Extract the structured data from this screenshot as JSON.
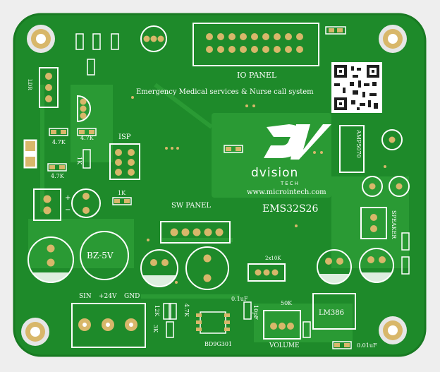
{
  "board": {
    "title": "Emergency Medical services & Nurse call system",
    "website": "www.microintech.com",
    "model": "EMS32S26",
    "logo_brand": "dvision",
    "logo_sub": "TECH"
  },
  "labels": {
    "io_panel": "IO PANEL",
    "sw_panel": "SW PANEL",
    "isp": "ISP",
    "volume": "VOLUME",
    "speaker": "SPEAKER",
    "sin": "SIN",
    "v24": "+24V",
    "gnd": "GND",
    "bz5v": "BZ-5V",
    "lm386": "LM386",
    "bd9g301": "BD9G301",
    "amp": "AMP5070",
    "k1_left": "1K",
    "k47": "4.7K",
    "k47b": "4.7K",
    "k47c": "4.7K",
    "k1": "1K",
    "k12": "12K",
    "k47d": "4.7K",
    "k3": "3K",
    "k50": "50K",
    "c01": "0.1uF",
    "c10": "10pF",
    "c001": "0.01uF",
    "ldr": "LDR",
    "r2k": "2x10K"
  },
  "colors": {
    "board": "#1e8a2a",
    "trace": "#2a9a34",
    "silk": "#ffffff",
    "pad": "#d8b76a"
  }
}
